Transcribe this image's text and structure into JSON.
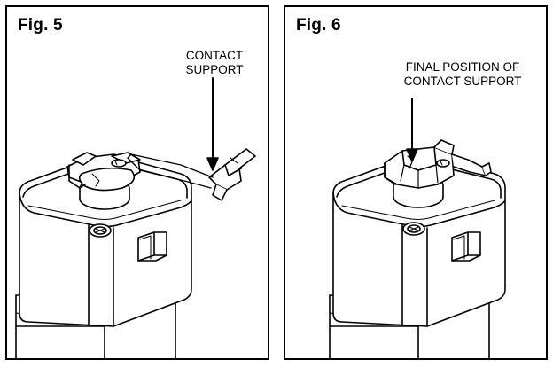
{
  "figures": [
    {
      "label": "Fig. 5",
      "callout_lines": [
        "CONTACT",
        "SUPPORT"
      ]
    },
    {
      "label": "Fig. 6",
      "callout_lines": [
        "FINAL POSITION OF",
        "CONTACT SUPPORT"
      ]
    }
  ],
  "colors": {
    "line": "#000000",
    "background": "#ffffff"
  }
}
